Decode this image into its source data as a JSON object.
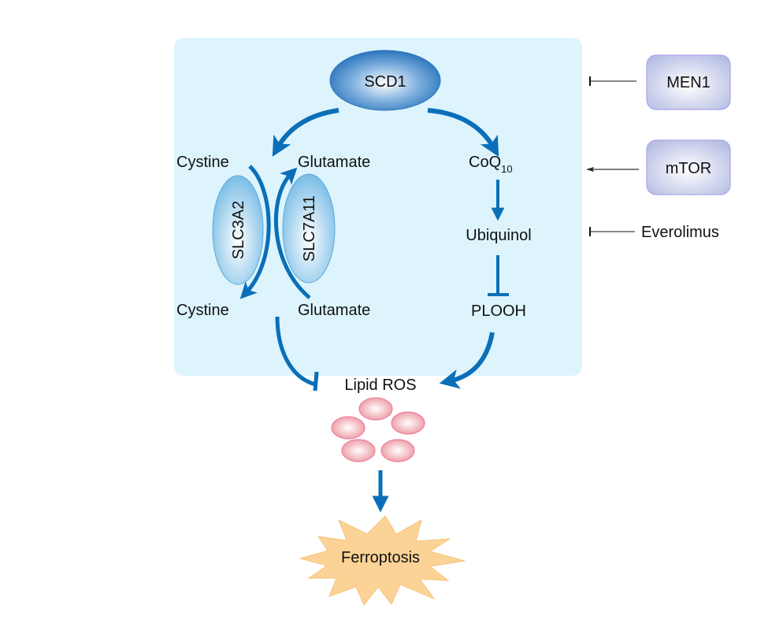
{
  "diagram": {
    "title": "SCD1 / ferroptosis pathway",
    "colors": {
      "cell_background": "#ddf4fd",
      "arrow_blue": "#0a6fb8",
      "thin_line": "#333333",
      "regulator_box_fill": "#c7cdeb",
      "regulator_box_border": "#a9a6e8",
      "ros_fill": "#ef9fa5",
      "ros_border": "#f07ea0",
      "ferroptosis_fill": "#fcd396"
    },
    "nodes": {
      "scd1": "SCD1",
      "cystine_top": "Cystine",
      "glutamate_top": "Glutamate",
      "slc3a2": "SLC3A2",
      "slc7a11": "SLC7A11",
      "cystine_bottom": "Cystine",
      "glutamate_bottom": "Glutamate",
      "coq": "CoQ",
      "coq_subscript": "10",
      "ubiquinol": "Ubiquinol",
      "plooh": "PLOOH",
      "lipid_ros": "Lipid ROS",
      "ferroptosis": "Ferroptosis"
    },
    "regulators": {
      "men1": "MEN1",
      "mtor": "mTOR",
      "everolimus": "Everolimus"
    },
    "edges": [
      {
        "from": "SCD1",
        "to": "Cystine/Glutamate (SLC7A11 system)",
        "type": "activation"
      },
      {
        "from": "SCD1",
        "to": "CoQ10",
        "type": "activation"
      },
      {
        "from": "Cystine (outside)",
        "to": "Cystine (inside)",
        "type": "transport",
        "via": "SLC3A2"
      },
      {
        "from": "Glutamate (inside)",
        "to": "Glutamate (outside)",
        "type": "transport",
        "via": "SLC7A11"
      },
      {
        "from": "CoQ10",
        "to": "Ubiquinol",
        "type": "activation"
      },
      {
        "from": "Ubiquinol",
        "to": "PLOOH",
        "type": "inhibition"
      },
      {
        "from": "Cystine (inside)",
        "to": "Lipid ROS",
        "type": "inhibition"
      },
      {
        "from": "PLOOH",
        "to": "Lipid ROS",
        "type": "activation"
      },
      {
        "from": "Lipid ROS",
        "to": "Ferroptosis",
        "type": "activation"
      },
      {
        "from": "MEN1",
        "to": "pathway box",
        "type": "inhibition"
      },
      {
        "from": "mTOR",
        "to": "pathway box",
        "type": "activation"
      },
      {
        "from": "Everolimus",
        "to": "pathway box",
        "type": "inhibition"
      }
    ]
  }
}
